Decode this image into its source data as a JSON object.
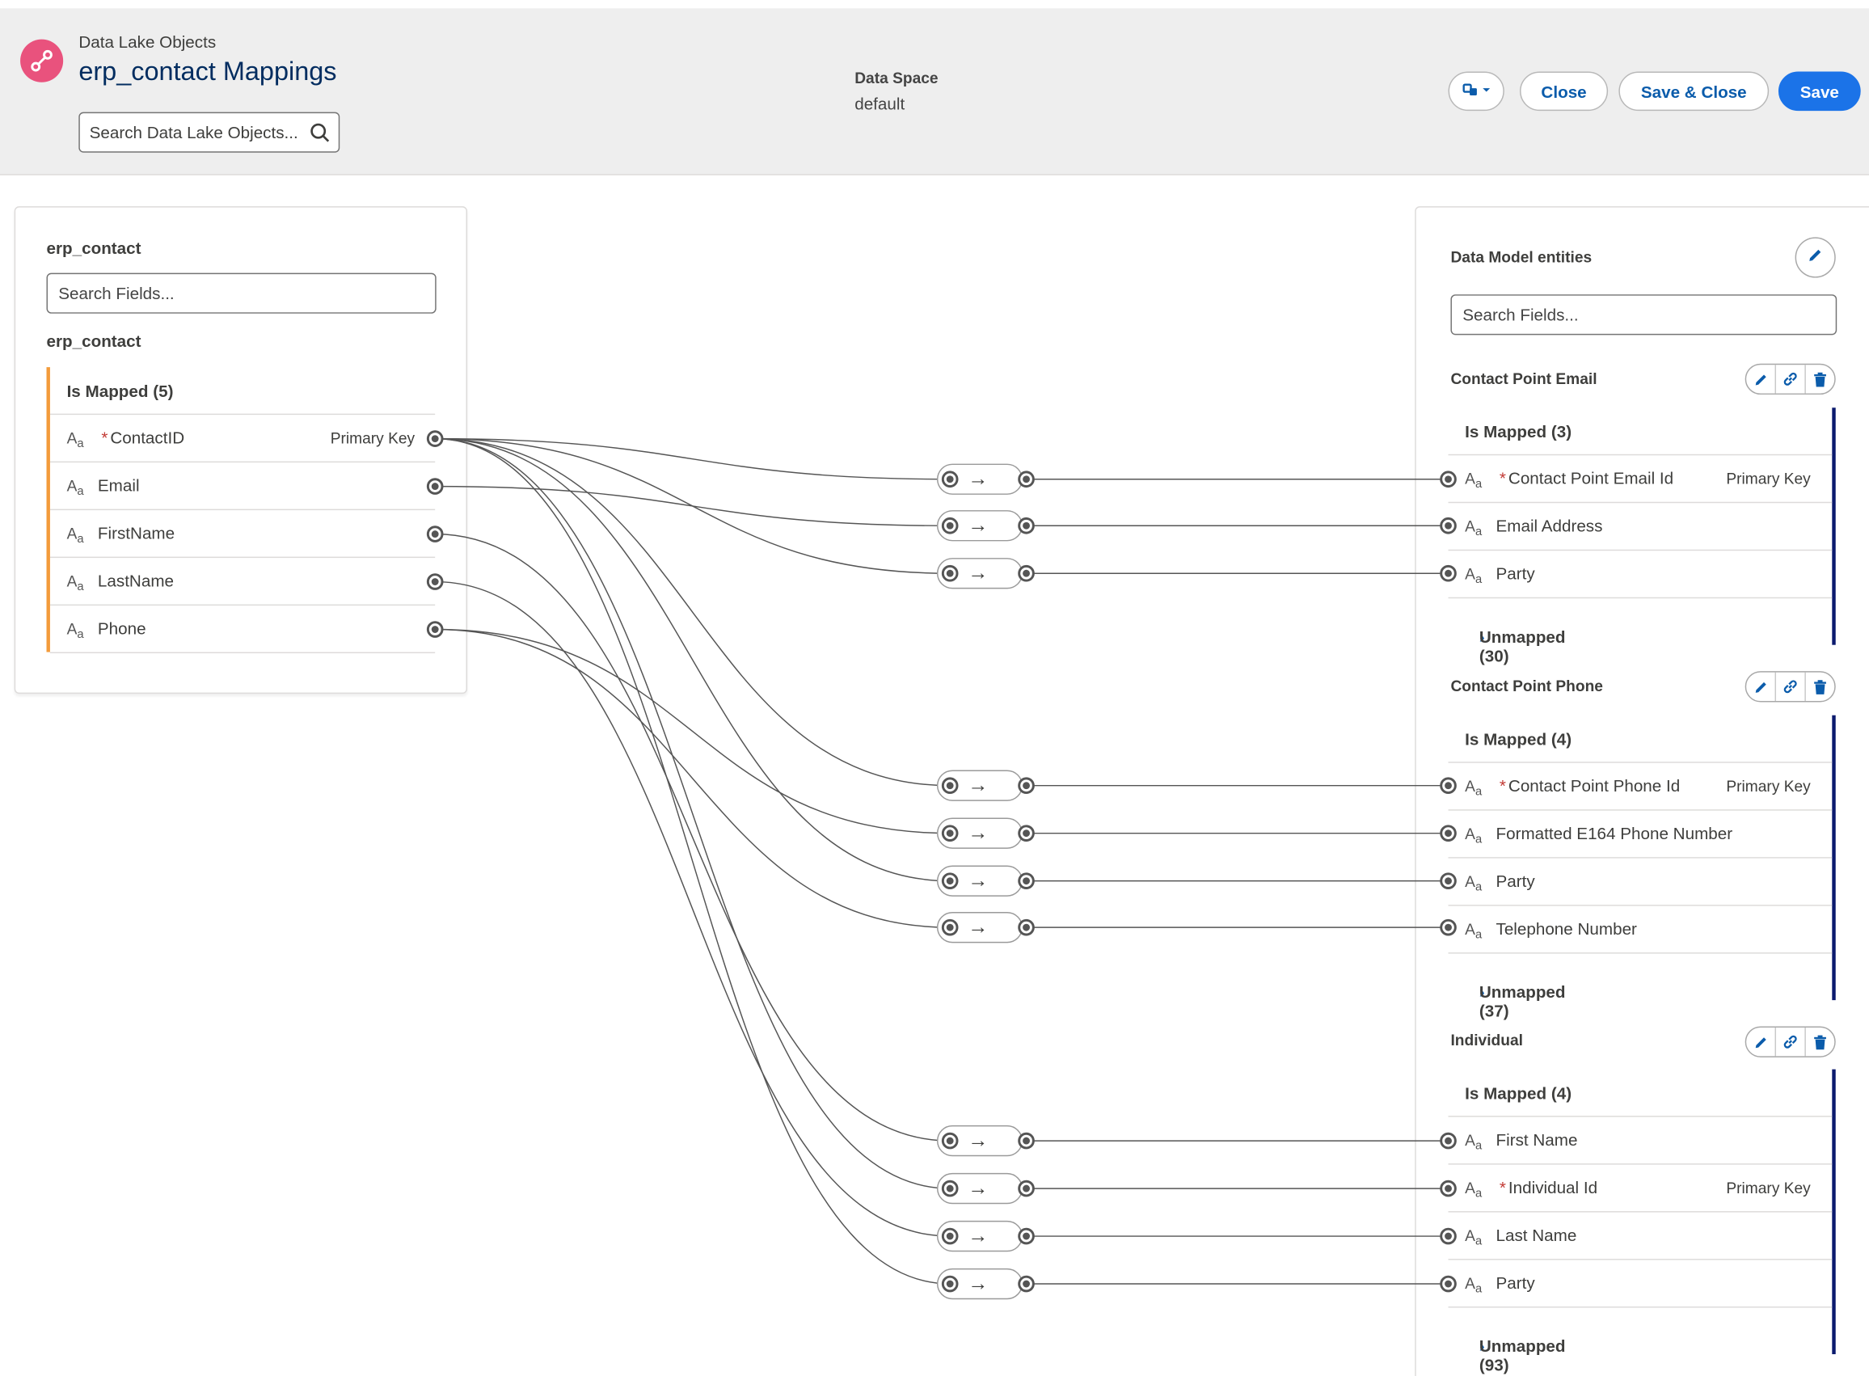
{
  "header": {
    "eyebrow": "Data Lake Objects",
    "title": "erp_contact Mappings",
    "search_placeholder": "Search Data Lake Objects...",
    "data_space_label": "Data Space",
    "data_space_value": "default",
    "close_label": "Close",
    "save_close_label": "Save & Close",
    "save_label": "Save"
  },
  "source": {
    "panel_title": "erp_contact",
    "search_placeholder": "Search Fields...",
    "object_name": "erp_contact",
    "group_label": "Is Mapped (5)",
    "fields": [
      {
        "name": "ContactID",
        "required": "*",
        "tag": "Primary Key"
      },
      {
        "name": "Email",
        "required": "",
        "tag": ""
      },
      {
        "name": "FirstName",
        "required": "",
        "tag": ""
      },
      {
        "name": "LastName",
        "required": "",
        "tag": ""
      },
      {
        "name": "Phone",
        "required": "",
        "tag": ""
      }
    ]
  },
  "target": {
    "panel_title": "Data Model entities",
    "search_placeholder": "Search Fields...",
    "entities": [
      {
        "name": "Contact Point Email",
        "mapped_label": "Is Mapped (3)",
        "fields": [
          {
            "name": "Contact Point Email Id",
            "required": "*",
            "tag": "Primary Key"
          },
          {
            "name": "Email Address",
            "required": "",
            "tag": ""
          },
          {
            "name": "Party",
            "required": "",
            "tag": ""
          }
        ],
        "unmapped_label": "Unmapped (30)"
      },
      {
        "name": "Contact Point Phone",
        "mapped_label": "Is Mapped (4)",
        "fields": [
          {
            "name": "Contact Point Phone Id",
            "required": "*",
            "tag": "Primary Key"
          },
          {
            "name": "Formatted E164 Phone Number",
            "required": "",
            "tag": ""
          },
          {
            "name": "Party",
            "required": "",
            "tag": ""
          },
          {
            "name": "Telephone Number",
            "required": "",
            "tag": ""
          }
        ],
        "unmapped_label": "Unmapped (37)"
      },
      {
        "name": "Individual",
        "mapped_label": "Is Mapped (4)",
        "fields": [
          {
            "name": "First Name",
            "required": "",
            "tag": ""
          },
          {
            "name": "Individual Id",
            "required": "*",
            "tag": "Primary Key"
          },
          {
            "name": "Last Name",
            "required": "",
            "tag": ""
          },
          {
            "name": "Party",
            "required": "",
            "tag": ""
          }
        ],
        "unmapped_label": "Unmapped (93)"
      }
    ]
  },
  "mappings": [
    {
      "source": 0,
      "target": 0
    },
    {
      "source": 1,
      "target": 1
    },
    {
      "source": 0,
      "target": 2
    },
    {
      "source": 0,
      "target": 3
    },
    {
      "source": 4,
      "target": 4
    },
    {
      "source": 0,
      "target": 5
    },
    {
      "source": 4,
      "target": 6
    },
    {
      "source": 2,
      "target": 7
    },
    {
      "source": 0,
      "target": 8
    },
    {
      "source": 3,
      "target": 9
    },
    {
      "source": 0,
      "target": 10
    }
  ],
  "icons": {
    "app": "data-mapping-icon",
    "search": "search-icon",
    "menu": "mapping-menu-icon",
    "edit": "pencil-icon",
    "link": "link-icon",
    "delete": "trash-icon",
    "text_type": "text-type-icon",
    "expand": "chevron-right-icon"
  },
  "colors": {
    "brand": "#1b73e8",
    "app_icon": "#e9527d",
    "source_accent": "#f39b3b",
    "target_accent": "#0b1a6e"
  }
}
